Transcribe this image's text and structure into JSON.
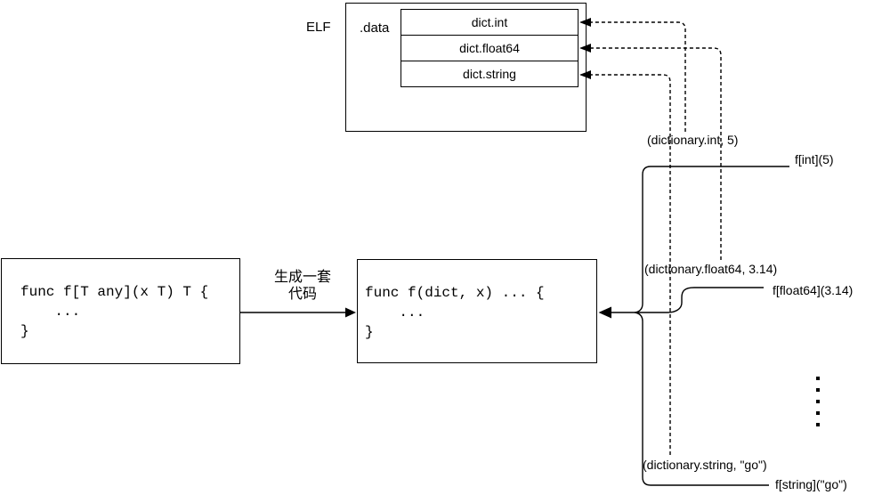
{
  "elf": {
    "label": "ELF",
    "section_label": ".data",
    "entries": [
      {
        "name": "dict.int"
      },
      {
        "name": "dict.float64"
      },
      {
        "name": "dict.string"
      }
    ]
  },
  "generic_function": {
    "code": "func f[T any](x T) T {\n    ...\n}"
  },
  "generated_function": {
    "code": "func f(dict, x) ... {\n    ...\n}"
  },
  "transform_label": "生成一套\n代码",
  "call_sites": [
    {
      "dict_args": "(dictionary.int, 5)",
      "call": "f[int](5)"
    },
    {
      "dict_args": "(dictionary.float64, 3.14)",
      "call": "f[float64](3.14)"
    },
    {
      "dict_args": "(dictionary.string, \"go\")",
      "call": "f[string](\"go\")"
    }
  ],
  "colors": {
    "line": "#000000",
    "background": "#ffffff"
  }
}
